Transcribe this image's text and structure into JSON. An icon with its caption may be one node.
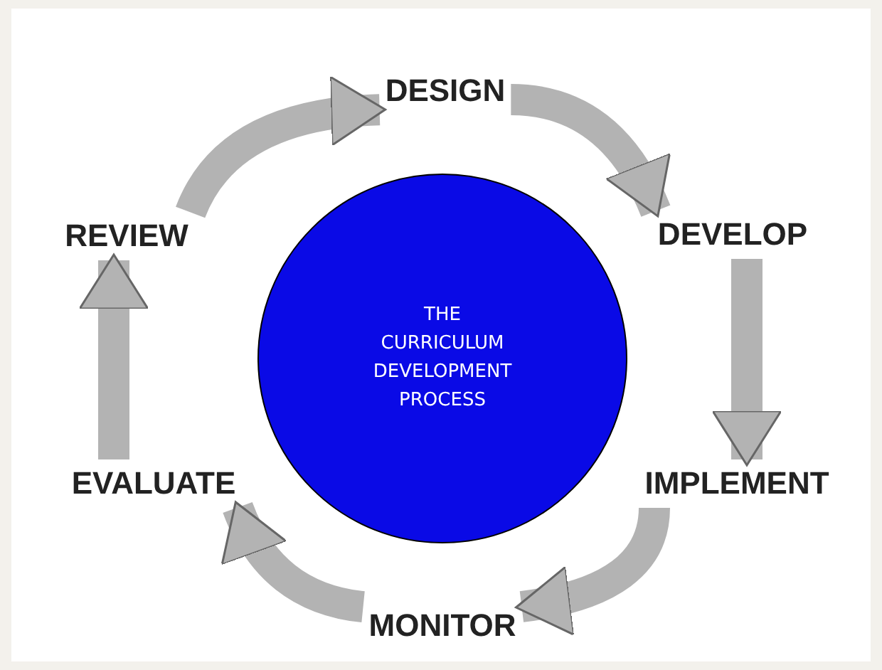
{
  "diagram": {
    "nodes": [
      {
        "text": [
          "THE CURRICULUM DEVELOPMENT PROCESS"
        ]
      },
      {
        "text": [
          "DESIGN"
        ]
      },
      {
        "text": [
          "DEVELOP"
        ]
      },
      {
        "text": [
          "IMPLEMENT"
        ]
      },
      {
        "text": [
          "MONITOR"
        ]
      },
      {
        "text": [
          "EVALUATE"
        ]
      },
      {
        "text": [
          "REVIEW"
        ]
      }
    ],
    "edges": [
      {
        "from": 1,
        "to": 2,
        "arrow": "to"
      },
      {
        "from": 2,
        "to": 3,
        "arrow": "to"
      },
      {
        "from": 3,
        "to": 4,
        "arrow": "to"
      },
      {
        "from": 4,
        "to": 5,
        "arrow": "to"
      },
      {
        "from": 5,
        "to": 6,
        "arrow": "to"
      },
      {
        "from": 6,
        "to": 1,
        "arrow": "to"
      }
    ]
  }
}
